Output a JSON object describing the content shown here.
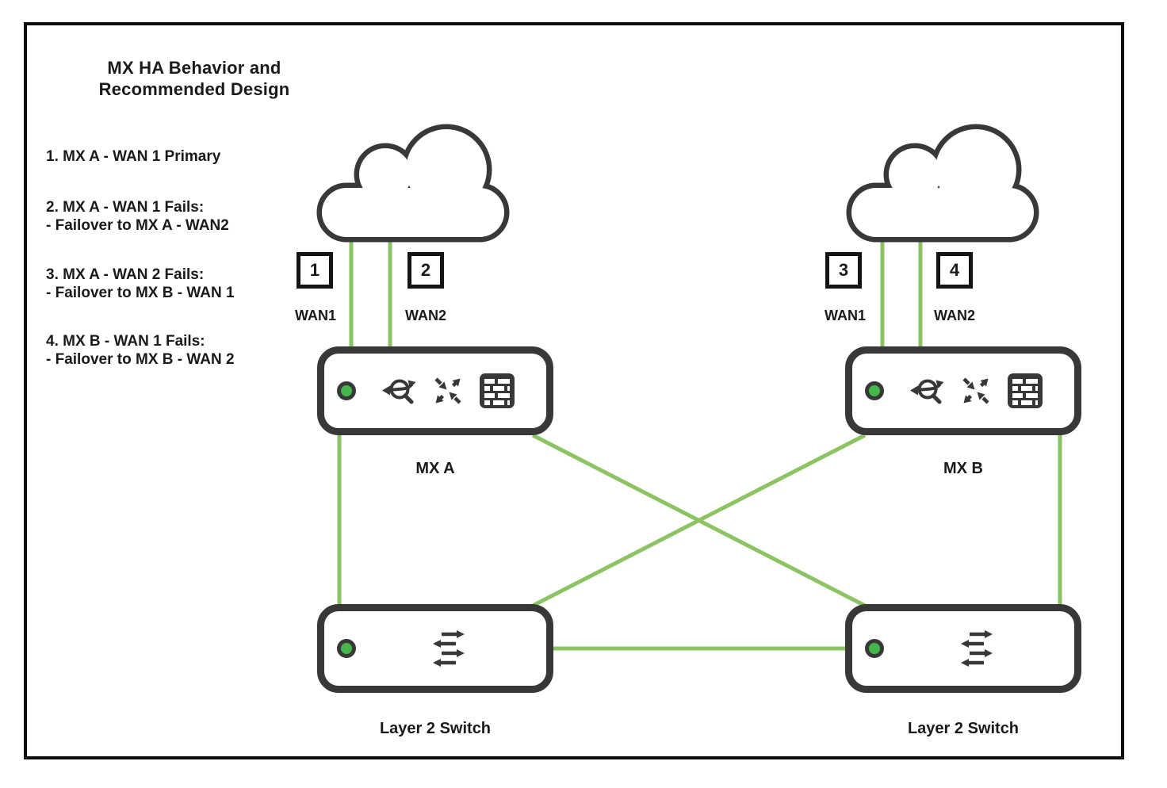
{
  "title": {
    "line1": "MX HA Behavior and",
    "line2": "Recommended Design"
  },
  "legend": [
    {
      "line1": "1. MX A - WAN 1 Primary",
      "line2": ""
    },
    {
      "line1": "2. MX A - WAN 1 Fails:",
      "line2": "- Failover to MX A - WAN2"
    },
    {
      "line1": "3. MX A - WAN 2 Fails:",
      "line2": "- Failover to MX B - WAN 1"
    },
    {
      "line1": "4. MX B - WAN 1 Fails:",
      "line2": "- Failover to MX B - WAN 2"
    }
  ],
  "site_a": {
    "step_wan1": "1",
    "step_wan2": "2",
    "wan1": "WAN1",
    "wan2": "WAN2",
    "mx_label": "MX A",
    "switch_label": "Layer 2 Switch"
  },
  "site_b": {
    "step_wan1": "3",
    "step_wan2": "4",
    "wan1": "WAN1",
    "wan2": "WAN2",
    "mx_label": "MX B",
    "switch_label": "Layer 2 Switch"
  },
  "icons": {
    "mx_icons": [
      "security-inspection-icon",
      "traffic-cross-arrows-icon",
      "firewall-icon"
    ],
    "switch_icon": "switch-arrows-icon",
    "status_led": "green"
  },
  "colors": {
    "link_green": "#8CC363",
    "status_green": "#45B649",
    "device_stroke": "#383838",
    "text": "#1A1A1A"
  }
}
